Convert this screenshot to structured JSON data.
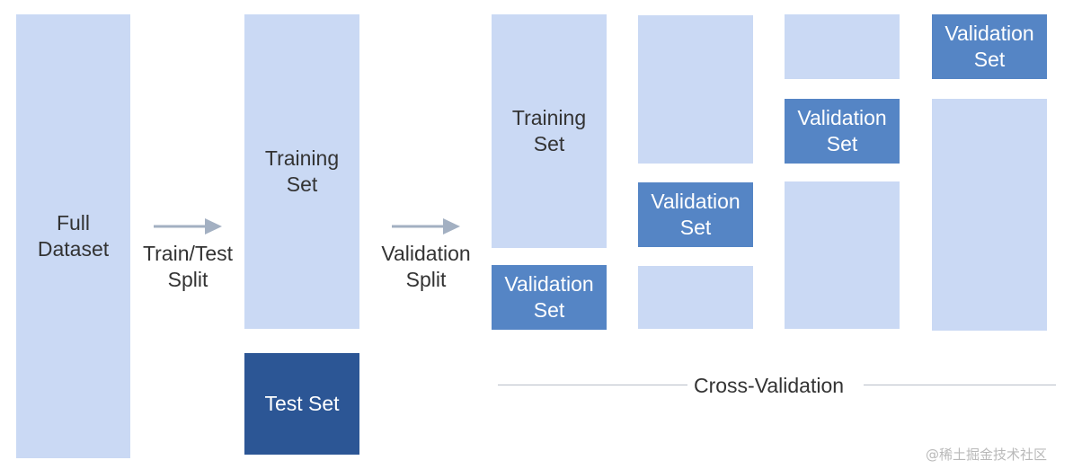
{
  "full_dataset": {
    "label": "Full\nDataset"
  },
  "train_test_split": {
    "label": "Train/Test\nSplit"
  },
  "training_set": {
    "label": "Training\nSet"
  },
  "test_set": {
    "label": "Test Set"
  },
  "validation_split": {
    "label": "Validation\nSplit"
  },
  "holdout_training": {
    "label": "Training\nSet"
  },
  "holdout_validation": {
    "label": "Validation\nSet"
  },
  "fold_2_validation": {
    "label": "Validation\nSet"
  },
  "fold_3_validation": {
    "label": "Validation\nSet"
  },
  "fold_4_validation": {
    "label": "Validation\nSet"
  },
  "cross_validation": {
    "label": "Cross-Validation"
  },
  "watermark": {
    "text": "@稀土掘金技术社区"
  },
  "colors": {
    "light_block": "#cad9f4",
    "validation_block": "#5585c5",
    "test_block": "#2c5695",
    "arrow": "#a3b0c2",
    "text": "#333333"
  }
}
